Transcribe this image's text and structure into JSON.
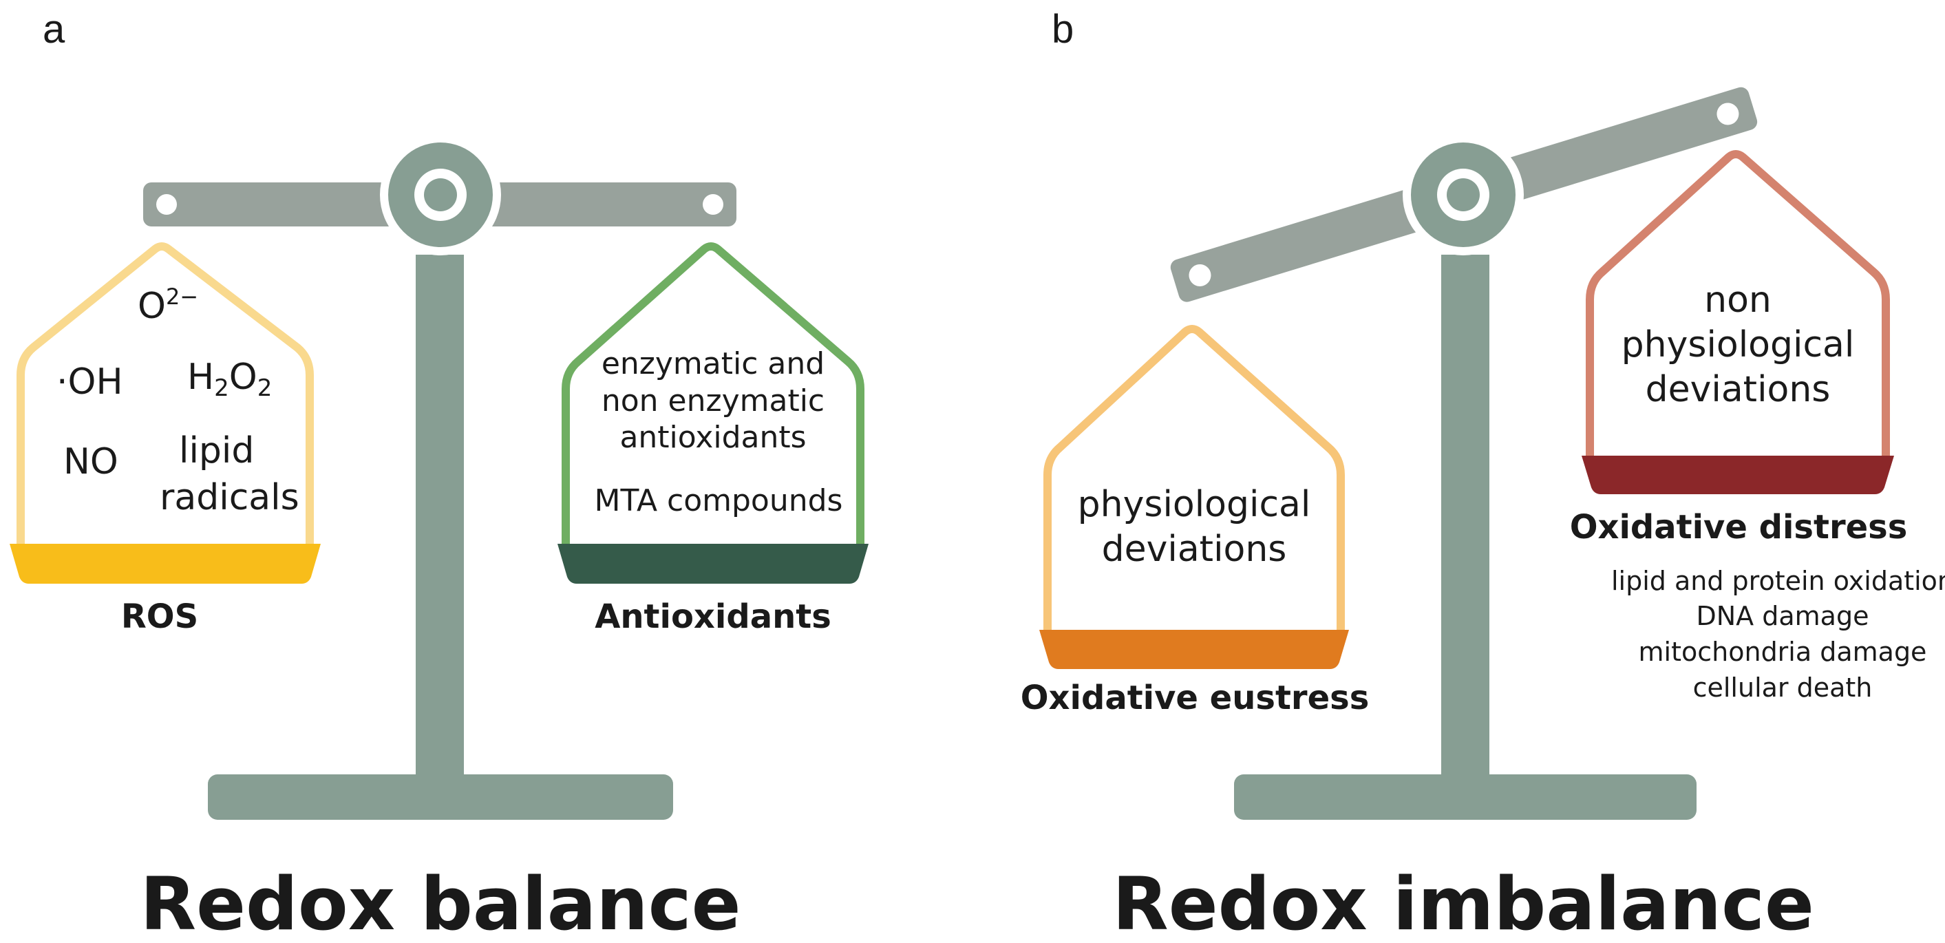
{
  "panels": {
    "a": {
      "letter": "a",
      "title": "Redox balance",
      "left_pan": {
        "label": "ROS",
        "items": [
          "O",
          "·OH",
          "H",
          "NO",
          "lipid",
          "radicals"
        ],
        "o2_superscript": "2−",
        "h2o2_sub": "2",
        "h2o2_mid": "O",
        "h2o2_sub2": "2"
      },
      "right_pan": {
        "label": "Antioxidants",
        "lines": [
          "enzymatic and",
          "non enzymatic",
          "antioxidants",
          "MTA compounds"
        ]
      }
    },
    "b": {
      "letter": "b",
      "title": "Redox imbalance",
      "left_pan": {
        "label": "Oxidative eustress",
        "lines": [
          "physiological",
          "deviations"
        ]
      },
      "right_pan": {
        "label": "Oxidative distress",
        "lines": [
          "non",
          "physiological",
          "deviations"
        ],
        "effects": [
          "lipid and protein oxidation",
          "DNA damage",
          "mitochondria damage",
          "cellular death"
        ]
      }
    }
  },
  "colors": {
    "scale": "#879e93",
    "beam": "#98a29c",
    "ros_outline": "#f9d98e",
    "ros_base": "#f8bd1a",
    "antioxidant_outline": "#6fae62",
    "antioxidant_base": "#355b4a",
    "eustress_outline": "#f7c578",
    "eustress_base": "#e07b1f",
    "distress_outline": "#d4836e",
    "distress_base": "#8b2729"
  }
}
